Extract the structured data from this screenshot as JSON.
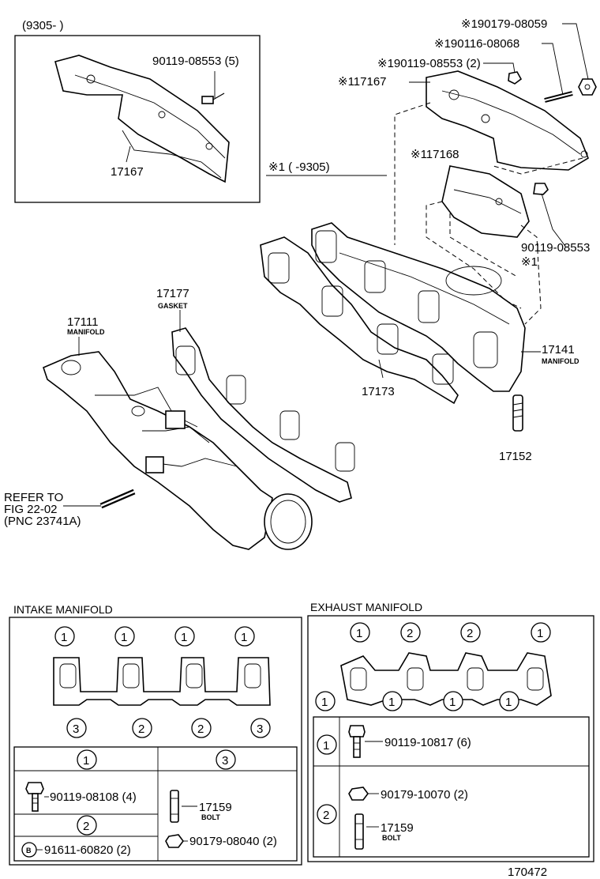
{
  "upper": {
    "range_label": "(9305-        )",
    "inset_bolt": "90119-08553 (5)",
    "inset_part": "17167",
    "note_9305": "※1 (        -9305)",
    "ref_nut": "※190179-08059",
    "ref_stud": "※190116-08068",
    "ref_bolt": "※190119-08553 (2)",
    "ref_insulator": "※117167",
    "ref_insulator2": "※117168",
    "ref_bolt2": "90119-08553",
    "ref_mark": "※1",
    "exhaust_num": "17141",
    "exhaust_name": "MANIFOLD",
    "exhaust_gasket": "17173",
    "stud": "17152",
    "intake_gasket_num": "17177",
    "intake_gasket_name": "GASKET",
    "intake_num": "17111",
    "intake_name": "MANIFOLD",
    "refer_line1": "REFER TO",
    "refer_line2": "FIG 22-02",
    "refer_line3": "(PNC 23741A)"
  },
  "intake_table": {
    "title": "INTAKE MANIFOLD",
    "top_marks": [
      "1",
      "1",
      "1",
      "1"
    ],
    "bottom_marks": [
      "3",
      "2",
      "2",
      "3"
    ],
    "col1_header": "1",
    "col3_header": "3",
    "col1_part": "90119-08108 (4)",
    "col2_header": "2",
    "col2_part_mark": "B",
    "col2_part": "91611-60820 (2)",
    "col3_part_num": "17159",
    "col3_part_name": "BOLT",
    "col3_part2": "90179-08040 (2)"
  },
  "exhaust_table": {
    "title": "EXHAUST MANIFOLD",
    "top_marks": [
      "1",
      "2",
      "2",
      "1"
    ],
    "bottom_marks": [
      "1",
      "1",
      "1",
      "1"
    ],
    "row1_header": "1",
    "row1_part": "90119-10817 (6)",
    "row2_header": "2",
    "row2_part1": "90179-10070 (2)",
    "row2_part2_num": "17159",
    "row2_part2_name": "BOLT"
  },
  "footer": {
    "code": "170472"
  }
}
